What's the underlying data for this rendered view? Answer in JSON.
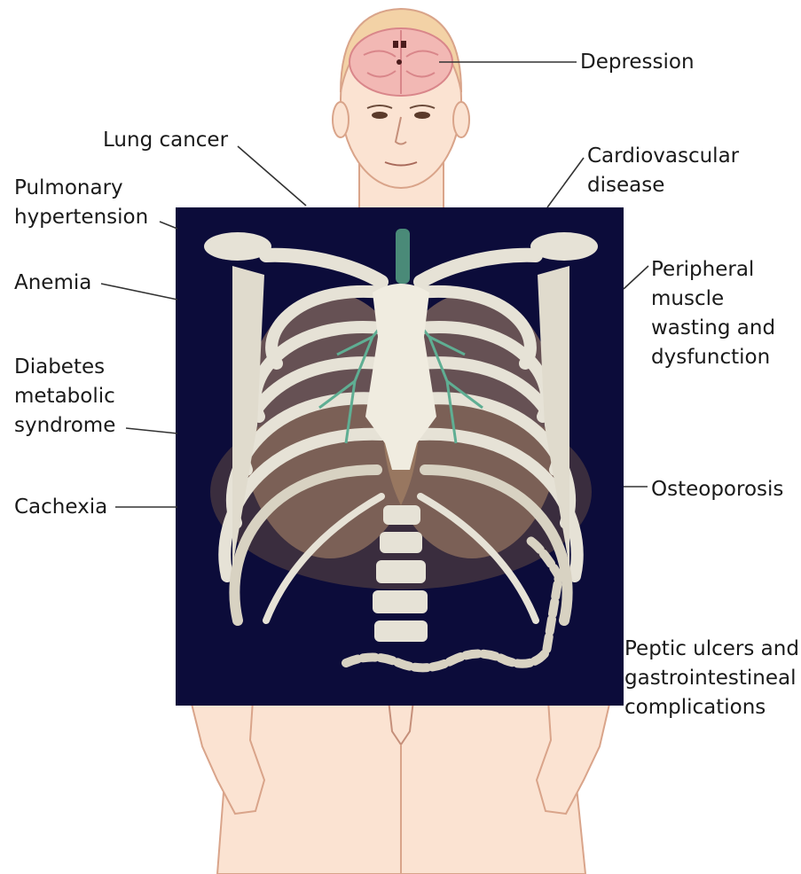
{
  "labels": {
    "depression": "Depression",
    "lung_cancer": "Lung cancer",
    "cardiovascular": "Cardiovascular\ndisease",
    "pulmonary": "Pulmonary\nhypertension",
    "anemia": "Anemia",
    "peripheral": "Peripheral\nmuscle\nwasting and\ndysfunction",
    "diabetes": "Diabetes\nmetabolic\nsyndrome",
    "osteoporosis": "Osteoporosis",
    "cachexia": "Cachexia",
    "peptic": "Peptic ulcers and\ngastrointestineal\ncomplications"
  },
  "colors": {
    "skin": "#fbe3d2",
    "skin_outline": "#d9a48a",
    "scan_background": "#0c0c3a",
    "bone": "#e6e2d6",
    "vessels": "#5fae93",
    "muscle": "#c9a07d",
    "leader_line": "#333333"
  }
}
